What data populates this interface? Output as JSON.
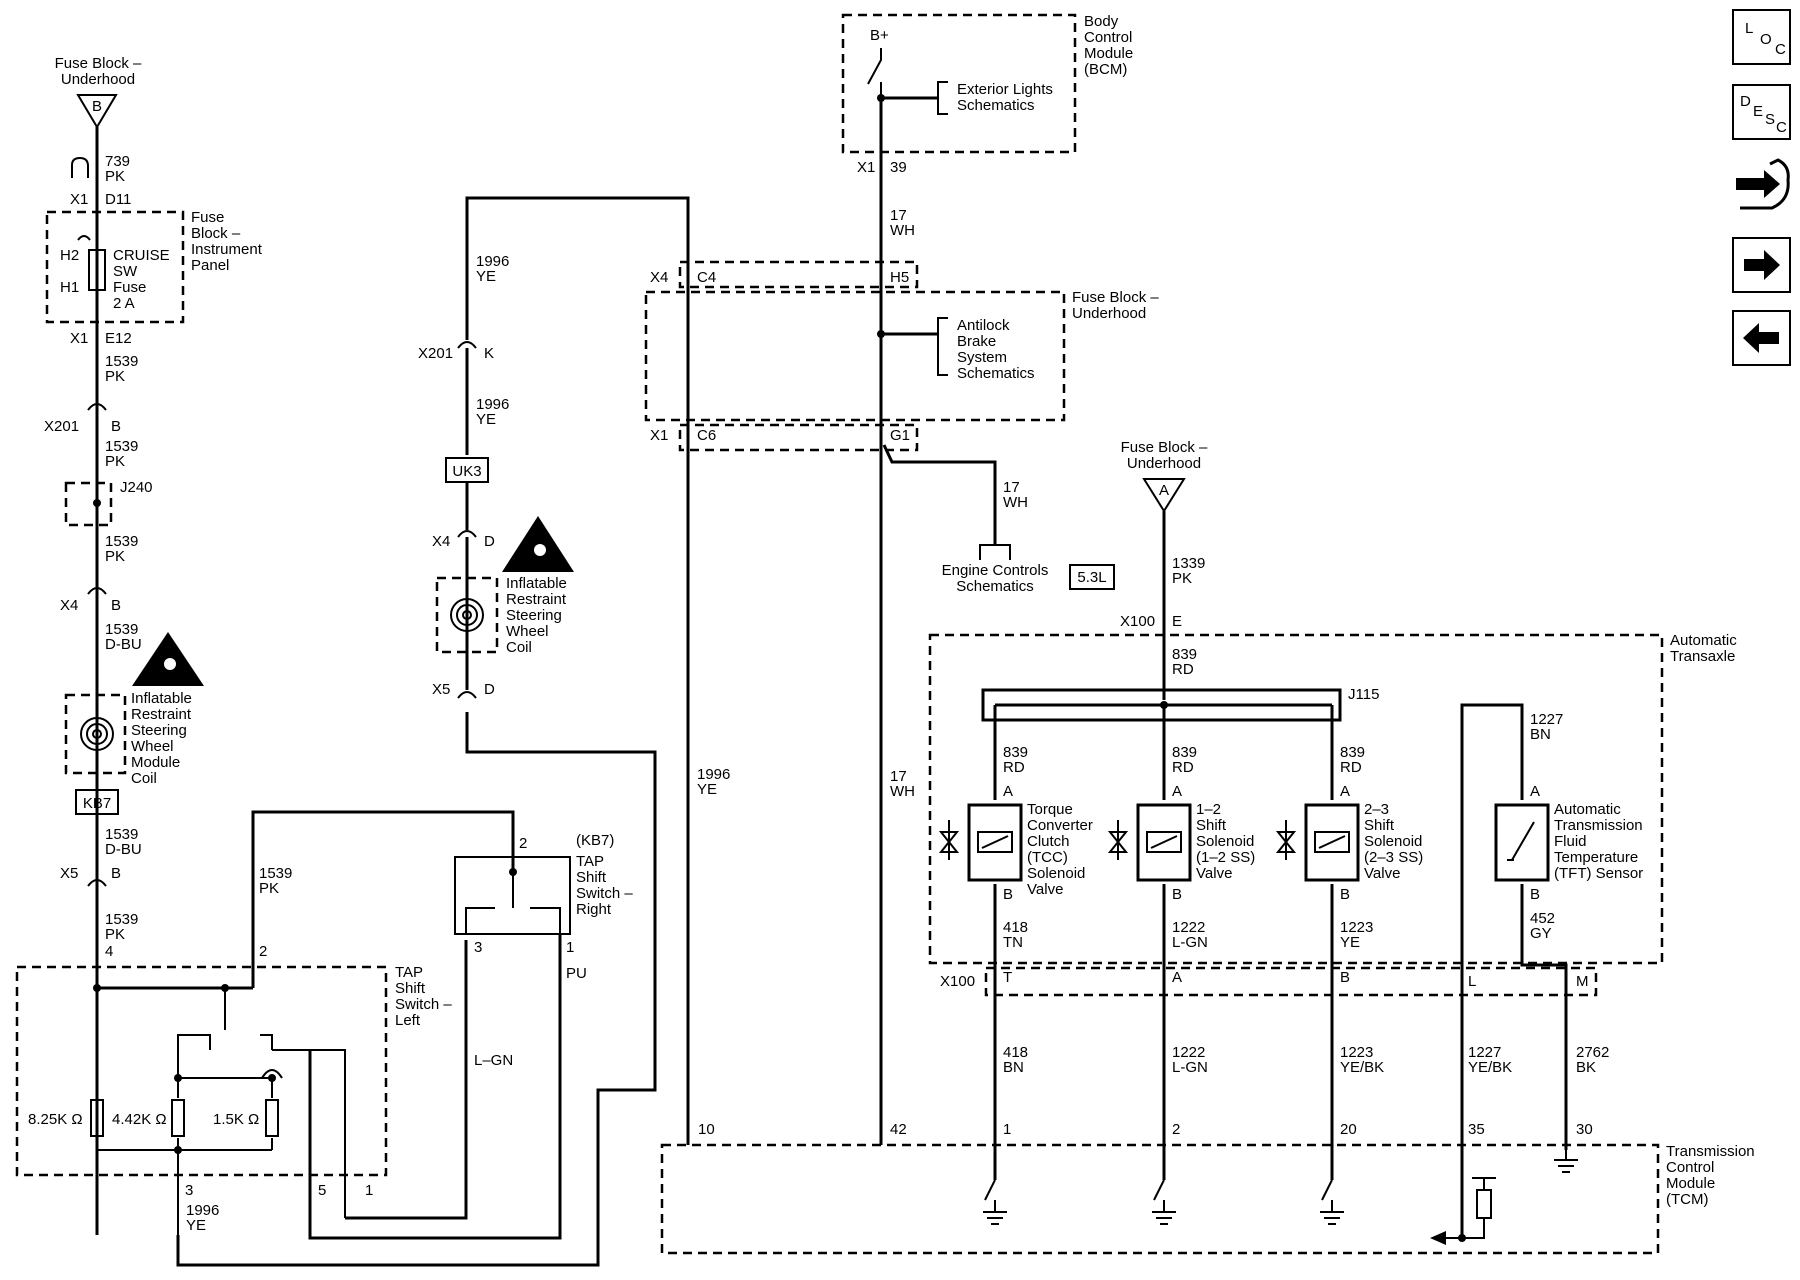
{
  "fuse_block_underhood_b": {
    "title": [
      "Fuse Block –",
      "Underhood"
    ],
    "pin": "B"
  },
  "left_branch": {
    "w739": [
      "739",
      "PK"
    ],
    "x1_top": [
      "X1",
      "D11"
    ],
    "fuse_ip_title": [
      "Fuse",
      "Block –",
      "Instrument",
      "Panel"
    ],
    "fuse_pins": [
      "H2",
      "H1"
    ],
    "fuse_label": [
      "CRUISE",
      "SW",
      "Fuse",
      "2 A"
    ],
    "x1_bottom": [
      "X1",
      "E12"
    ],
    "w1539_a": [
      "1539",
      "PK"
    ],
    "x201": [
      "X201",
      "B"
    ],
    "w1539_b": [
      "1539",
      "PK"
    ],
    "j240": "J240",
    "w1539_c": [
      "1539",
      "PK"
    ],
    "x4": [
      "X4",
      "B"
    ],
    "w1539_dbu1": [
      "1539",
      "D-BU"
    ],
    "coil_label": [
      "Inflatable",
      "Restraint",
      "Steering",
      "Wheel",
      "Module",
      "Coil"
    ],
    "kb7": "KB7",
    "w1539_dbu2": [
      "1539",
      "D-BU"
    ],
    "x5": [
      "X5",
      "B"
    ],
    "w1539_pk4": [
      "1539",
      "PK",
      "4"
    ],
    "w1539_pk2": [
      "1539",
      "PK"
    ],
    "pin2": "2"
  },
  "tap_left": {
    "title": [
      "TAP",
      "Shift",
      "Switch –",
      "Left"
    ],
    "resistors": [
      "8.25K Ω",
      "4.42K Ω",
      "1.5K Ω"
    ],
    "pins": [
      "3",
      "5",
      "1"
    ],
    "wire": [
      "1996",
      "YE"
    ],
    "lgn": "L–GN"
  },
  "tap_right": {
    "title": [
      "(KB7)",
      "TAP",
      "Shift",
      "Switch –",
      "Right"
    ],
    "pins": [
      "2",
      "3",
      "1"
    ],
    "pu": "PU"
  },
  "middle_branch": {
    "w1996_top": [
      "1996",
      "YE"
    ],
    "x201": [
      "X201",
      "K"
    ],
    "w1996_mid": [
      "1996",
      "YE"
    ],
    "uk3": "UK3",
    "x4": [
      "X4",
      "D"
    ],
    "coil_label": [
      "Inflatable",
      "Restraint",
      "Steering",
      "Wheel",
      "Coil"
    ],
    "x5": [
      "X5",
      "D"
    ],
    "w1996_right": [
      "1996",
      "YE"
    ]
  },
  "bcm": {
    "title": [
      "Body",
      "Control",
      "Module",
      "(BCM)"
    ],
    "bplus": "B+",
    "ext_lights": [
      "Exterior Lights",
      "Schematics"
    ],
    "x1": [
      "X1",
      "39"
    ],
    "w17a": [
      "17",
      "WH"
    ]
  },
  "fuse_block_underhood_2": {
    "title": [
      "Fuse Block –",
      "Underhood"
    ],
    "x4": [
      "X4",
      "C4",
      "H5"
    ],
    "abs": [
      "Antilock",
      "Brake",
      "System",
      "Schematics"
    ],
    "x1": [
      "X1",
      "C6",
      "G1"
    ],
    "w17b": [
      "17",
      "WH"
    ],
    "engine": [
      "Engine Controls",
      "Schematics"
    ],
    "engine_badge": "5.3L",
    "w17c": [
      "17",
      "WH"
    ]
  },
  "fuse_block_a": {
    "title": [
      "Fuse Block –",
      "Underhood"
    ],
    "pin": "A",
    "w1339": [
      "1339",
      "PK"
    ],
    "x100": [
      "X100",
      "E"
    ],
    "w839": [
      "839",
      "RD"
    ],
    "j115": "J115"
  },
  "transaxle": {
    "title": [
      "Automatic",
      "Transaxle"
    ],
    "solenoids": [
      {
        "wire_top": [
          "839",
          "RD"
        ],
        "pin_a": "A",
        "label": [
          "Torque",
          "Converter",
          "Clutch",
          "(TCC)",
          "Solenoid",
          "Valve"
        ],
        "pin_b": "B",
        "wire_bottom": [
          "418",
          "TN"
        ],
        "x100_pin": "T",
        "tcm_wire": [
          "418",
          "BN"
        ],
        "tcm_pin": "1"
      },
      {
        "wire_top": [
          "839",
          "RD"
        ],
        "pin_a": "A",
        "label": [
          "1–2",
          "Shift",
          "Solenoid",
          "(1–2 SS)",
          "Valve"
        ],
        "pin_b": "B",
        "wire_bottom": [
          "1222",
          "L-GN"
        ],
        "x100_pin": "A",
        "tcm_wire": [
          "1222",
          "L-GN"
        ],
        "tcm_pin": "2"
      },
      {
        "wire_top": [
          "839",
          "RD"
        ],
        "pin_a": "A",
        "label": [
          "2–3",
          "Shift",
          "Solenoid",
          "(2–3 SS)",
          "Valve"
        ],
        "pin_b": "B",
        "wire_bottom": [
          "1223",
          "YE"
        ],
        "x100_pin": "B",
        "tcm_wire": [
          "1223",
          "YE/BK"
        ],
        "tcm_pin": "20"
      }
    ],
    "sensor": {
      "wire_top": [
        "1227",
        "BN"
      ],
      "pin_a": "A",
      "label": [
        "Automatic",
        "Transmission",
        "Fluid",
        "Temperature",
        "(TFT) Sensor"
      ],
      "pin_b": "B",
      "wire_bottom": [
        "452",
        "GY"
      ]
    },
    "x100_row": {
      "label": "X100",
      "pins": [
        "L",
        "M"
      ]
    },
    "tcm_wire_l": [
      "1227",
      "YE/BK"
    ],
    "tcm_pin_l": "35",
    "tcm_wire_m": [
      "2762",
      "BK"
    ],
    "tcm_pin_m": "30"
  },
  "tcm": {
    "title": [
      "Transmission",
      "Control",
      "Module",
      "(TCM)"
    ],
    "pin10": "10",
    "pin42": "42",
    "w17d": [
      "17",
      "WH"
    ]
  },
  "nav": {
    "loc": [
      "L",
      "O",
      "C"
    ],
    "desc": [
      "D",
      "E",
      "S",
      "C"
    ]
  }
}
